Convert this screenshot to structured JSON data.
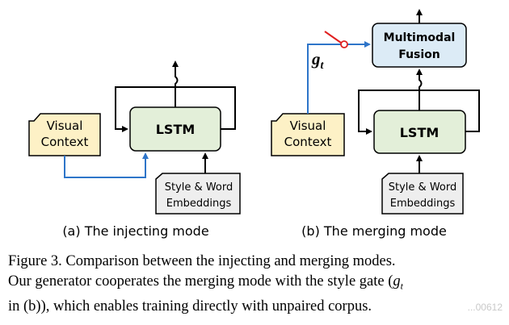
{
  "figure_a": {
    "visual_context": [
      "Visual",
      "Context"
    ],
    "lstm": "LSTM",
    "embeddings": [
      "Style & Word",
      "Embeddings"
    ],
    "caption": "(a) The injecting mode"
  },
  "figure_b": {
    "visual_context": [
      "Visual",
      "Context"
    ],
    "lstm": "LSTM",
    "embeddings": [
      "Style & Word",
      "Embeddings"
    ],
    "fusion": [
      "Multimodal",
      "Fusion"
    ],
    "gate_symbol": "g",
    "gate_subscript": "t",
    "caption": "(b) The merging mode"
  },
  "caption": {
    "line1": "Figure 3. Comparison between the injecting and merging modes.",
    "line2_before": "Our generator cooperates the merging mode with the style gate (",
    "line2_symbol": "g",
    "line2_subscript": "t",
    "line3": "in (b)), which enables training directly with unpaired corpus."
  },
  "watermark": "...00612",
  "colors": {
    "visual_context_fill": "#fdf1c6",
    "lstm_fill": "#e3efd9",
    "fusion_fill": "#dcebf6",
    "embedding_fill": "#eeeeee",
    "blue_line": "#2e75c9",
    "gate_red": "#e02020"
  }
}
